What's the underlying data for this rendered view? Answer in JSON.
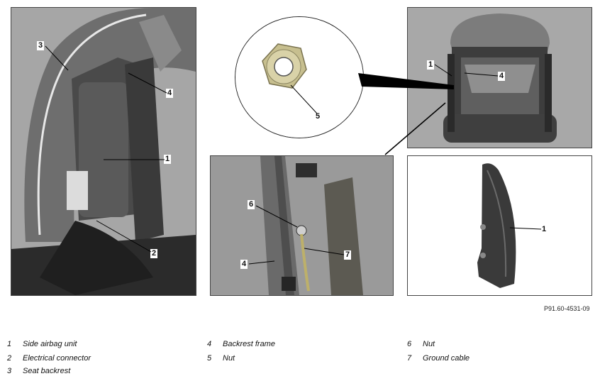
{
  "figure_ref": "P91.60-4531-09",
  "panels": {
    "left": {
      "callouts": [
        "3",
        "4",
        "1",
        "2"
      ]
    },
    "center_lens": {
      "callouts": [
        "5"
      ]
    },
    "top_right": {
      "callouts": [
        "1",
        "4"
      ]
    },
    "bottom_center": {
      "callouts": [
        "6",
        "7",
        "4"
      ]
    },
    "bottom_right": {
      "callouts": [
        "1"
      ]
    }
  },
  "legend": [
    {
      "num": "1",
      "text": "Side airbag unit"
    },
    {
      "num": "2",
      "text": "Electrical connector"
    },
    {
      "num": "3",
      "text": "Seat backrest"
    },
    {
      "num": "4",
      "text": "Backrest frame"
    },
    {
      "num": "5",
      "text": "Nut"
    },
    {
      "num": "6",
      "text": "Nut"
    },
    {
      "num": "7",
      "text": "Ground cable"
    }
  ],
  "colors": {
    "photo_gray": "#9b9b9b",
    "border": "#444444",
    "dark": "#2b2b2b"
  }
}
